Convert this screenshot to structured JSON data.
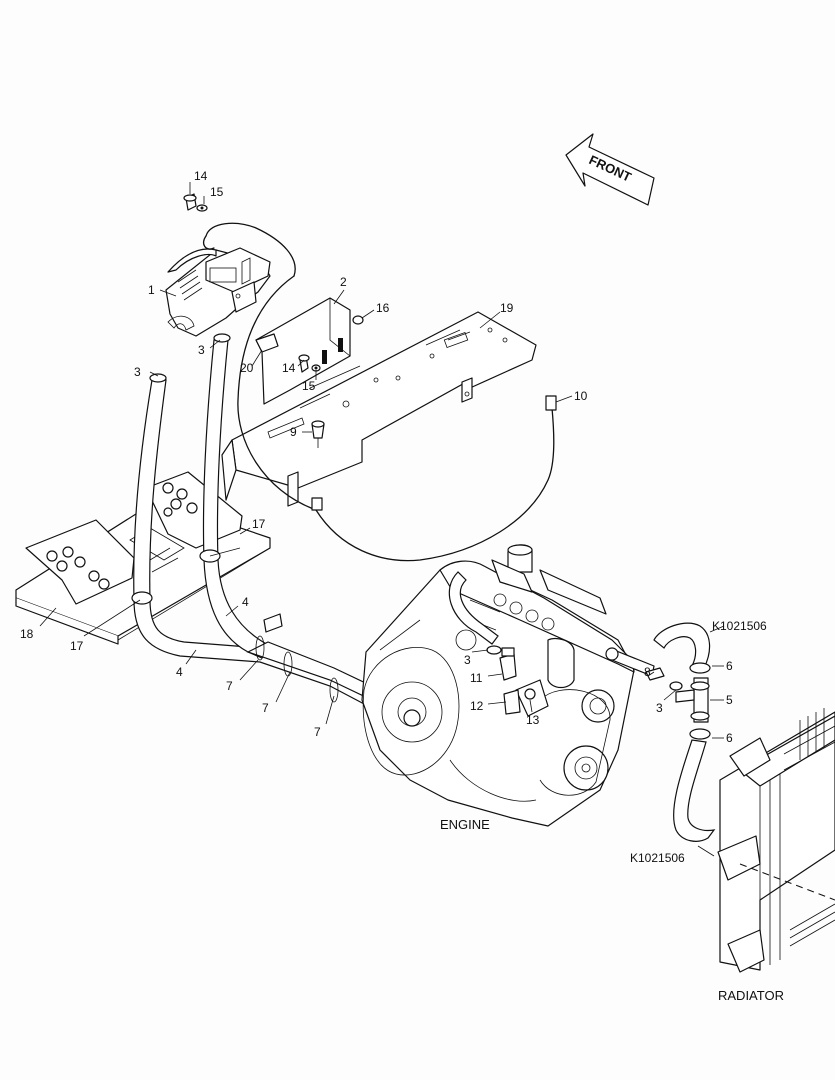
{
  "front_arrow_label": "FRONT",
  "captions": {
    "engine": "ENGINE",
    "radiator": "RADIATOR"
  },
  "part_numbers": {
    "upper_hose": "K1021506",
    "lower_hose": "K1021506"
  },
  "callouts": {
    "c1": "1",
    "c2": "2",
    "c3a": "3",
    "c3b": "3",
    "c3c": "3",
    "c3d": "3",
    "c4a": "4",
    "c4b": "4",
    "c5": "5",
    "c6a": "6",
    "c6b": "6",
    "c7a": "7",
    "c7b": "7",
    "c7c": "7",
    "c8": "8",
    "c9": "9",
    "c10": "10",
    "c11": "11",
    "c12": "12",
    "c13": "13",
    "c14a": "14",
    "c14b": "14",
    "c15a": "15",
    "c15b": "15",
    "c16": "16",
    "c17a": "17",
    "c17b": "17",
    "c18": "18",
    "c19": "19",
    "c20": "20"
  }
}
